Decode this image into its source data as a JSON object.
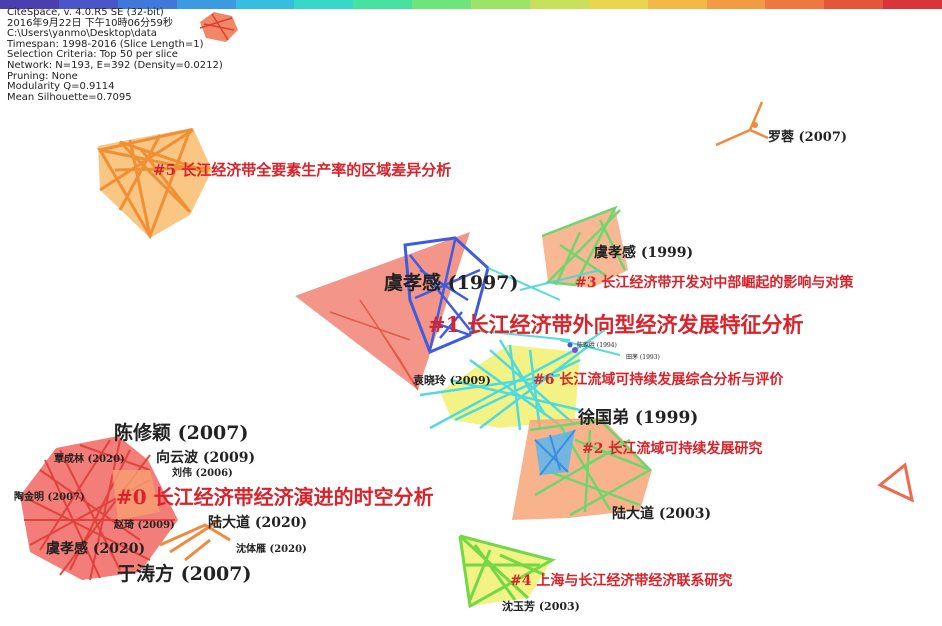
{
  "info": {
    "lines": [
      "CiteSpace, v. 4.0.R5 SE (32-bit)",
      "2016年9月22日 下午10時06分59秒",
      "C:\\Users\\yanmo\\Desktop\\data",
      "Timespan: 1998-2016 (Slice Length=1)",
      "Selection Criteria: Top 50 per slice",
      "Network: N=193, E=392 (Density=0.0212)",
      "Pruning: None",
      "Modularity Q=0.9114",
      "Mean Silhouette=0.7095"
    ]
  },
  "timebar": {
    "colors": [
      "#4b3fb0",
      "#4a55c8",
      "#3f78d8",
      "#3b9ae0",
      "#36bde0",
      "#38d8c8",
      "#47e2a0",
      "#6ee47a",
      "#9ce466",
      "#c8e05a",
      "#e8d650",
      "#f4b848",
      "#f39a44",
      "#ee7840",
      "#e5553c",
      "#d8343a"
    ]
  },
  "clusters": [
    {
      "id": "c0",
      "label": "#0 长江经济带经济演进的时空分析",
      "color": "#f26a5a"
    },
    {
      "id": "c1",
      "label": "#1 长江经济带外向型经济发展特征分析",
      "color": "#f26a5a"
    },
    {
      "id": "c2",
      "label": "#2 长江流域可持续发展研究",
      "color": "#f6a070"
    },
    {
      "id": "c3",
      "label": "#3 长江经济带开发对中部崛起的影响与对策",
      "color": "#f6a070"
    },
    {
      "id": "c4",
      "label": "#4 上海与长江经济带经济联系研究",
      "color": "#eef080"
    },
    {
      "id": "c5",
      "label": "#5 长江经济带全要素生产率的区域差异分析",
      "color": "#f3a646"
    },
    {
      "id": "c6",
      "label": "#6 长江流域可持续发展综合分析与评价",
      "color": "#f0f070"
    }
  ],
  "authors": [
    {
      "id": "a1",
      "label": "虞孝感 (1997)"
    },
    {
      "id": "a2",
      "label": "虞孝感 (1999)"
    },
    {
      "id": "a3",
      "label": "罗蓉 (2007)"
    },
    {
      "id": "a4",
      "label": "徐国弟 (1999)"
    },
    {
      "id": "a5",
      "label": "陆大道 (2003)"
    },
    {
      "id": "a6",
      "label": "袁晓玲 (2009)"
    },
    {
      "id": "a7",
      "label": "陈修颖 (2007)"
    },
    {
      "id": "a8",
      "label": "覃成林 (2020)"
    },
    {
      "id": "a9",
      "label": "向云波 (2009)"
    },
    {
      "id": "a10",
      "label": "刘伟 (2006)"
    },
    {
      "id": "a11",
      "label": "陶金明 (2007)"
    },
    {
      "id": "a12",
      "label": "赵琦 (2009)"
    },
    {
      "id": "a13",
      "label": "陆大道 (2020)"
    },
    {
      "id": "a14",
      "label": "虞孝感 (2020)"
    },
    {
      "id": "a15",
      "label": "沈体雁 (2020)"
    },
    {
      "id": "a16",
      "label": "于涛方 (2007)"
    },
    {
      "id": "a17",
      "label": "沈玉芳 (2003)"
    },
    {
      "id": "a18",
      "label": "陈家胜 (1994)"
    },
    {
      "id": "a19",
      "label": "田茅 (1993)"
    }
  ]
}
